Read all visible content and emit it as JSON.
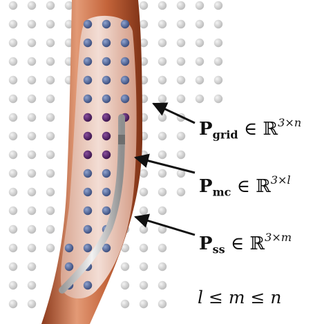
{
  "labels": {
    "grid": {
      "symbol": "P",
      "subscript": "grid",
      "relation": "∈",
      "space": "ℝ",
      "dims": "3×n"
    },
    "mc": {
      "symbol": "P",
      "subscript": "mc",
      "relation": "∈",
      "space": "ℝ",
      "dims": "3×l"
    },
    "ss": {
      "symbol": "P",
      "subscript": "ss",
      "relation": "∈",
      "space": "ℝ",
      "dims": "3×m"
    },
    "inequality": "l ≤ m ≤ n"
  },
  "colors": {
    "vessel_outer": "#c4643a",
    "vessel_light": "#e8a98a",
    "vessel_dark": "#8c3a1c",
    "lumen_fill": "#f1d8cf",
    "grid_point": "#cfcfcf",
    "mc_point": "#5a2a6a",
    "ss_point": "#566b9c",
    "catheter": "#cfcfcf",
    "arrow": "#111111"
  },
  "icons": {
    "grid_points": "light-gray-sphere",
    "mc_points": "purple-sphere",
    "ss_points": "blue-sphere",
    "catheter": "gray-tube"
  }
}
